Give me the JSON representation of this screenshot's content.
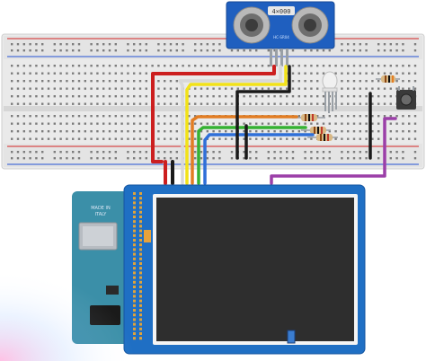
{
  "sensor": {
    "name": "HC-SR04",
    "label": "4×000",
    "sublabel": "HC-SR04"
  },
  "board": {
    "made_in": "MADE IN",
    "country": "ITALY"
  },
  "wires": [
    {
      "id": "red",
      "color": "#cc1f1f"
    },
    {
      "id": "white",
      "color": "#d8d8d8"
    },
    {
      "id": "yellow",
      "color": "#f2e218"
    },
    {
      "id": "orange",
      "color": "#e27d23"
    },
    {
      "id": "green",
      "color": "#35b233"
    },
    {
      "id": "blue",
      "color": "#2f6fd8"
    },
    {
      "id": "black",
      "color": "#1a1a1a"
    },
    {
      "id": "purple",
      "color": "#9b3fa8"
    }
  ],
  "colors": {
    "breadboard": "#ececec",
    "rail_red": "#d84b4b",
    "rail_blue": "#4b6fd8",
    "shield": "#1f6fc4",
    "screen": "#2e2e2e",
    "arduino": "#3b8fa8"
  }
}
